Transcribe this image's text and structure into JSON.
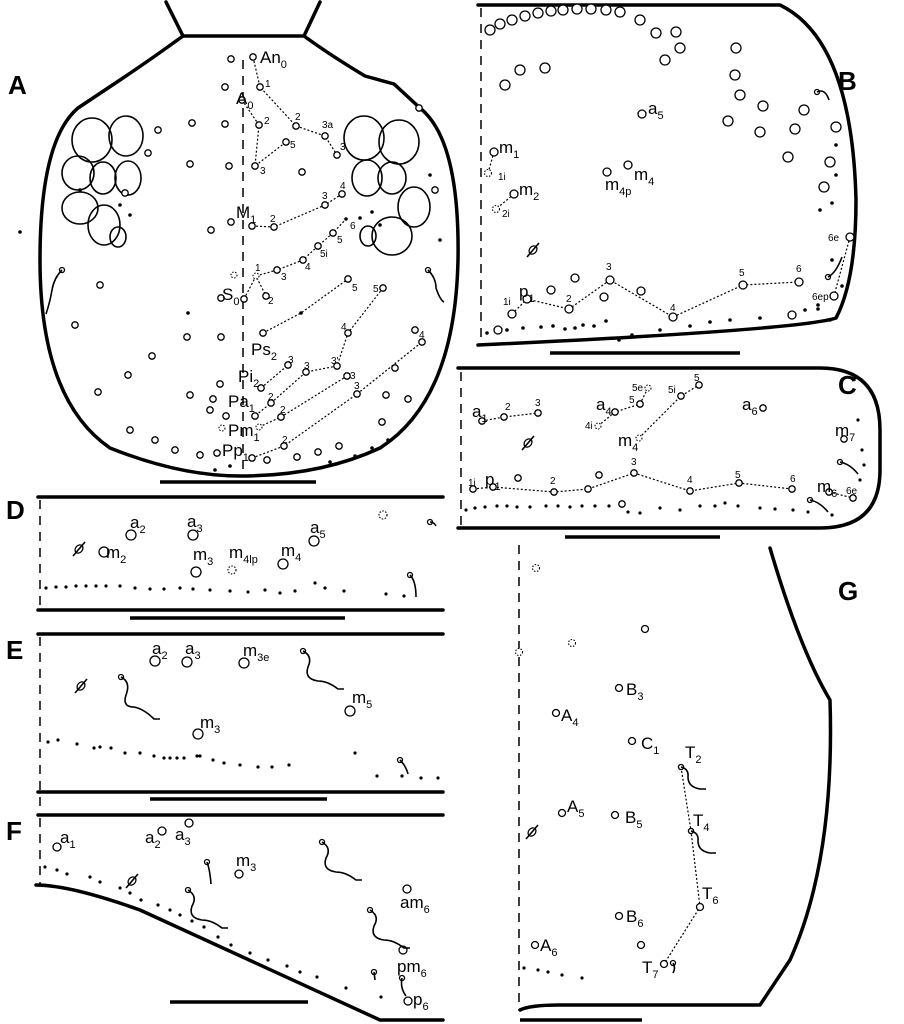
{
  "figure": {
    "panels": {
      "A": {
        "letter": "A",
        "labels": [
          [
            "An",
            "0"
          ],
          [
            "A",
            "0"
          ],
          [
            "M",
            "1"
          ],
          [
            "S",
            "0"
          ],
          [
            "Ps",
            "2"
          ],
          [
            "Pi",
            "2"
          ],
          [
            "Pa",
            "1"
          ],
          [
            "Pm",
            "1"
          ],
          [
            "Pp",
            "1"
          ],
          [
            "1",
            ""
          ],
          [
            "2",
            ""
          ],
          [
            "2",
            ""
          ],
          [
            "3a",
            ""
          ],
          [
            "3",
            ""
          ],
          [
            "5",
            ""
          ],
          [
            "3",
            ""
          ],
          [
            "2",
            ""
          ],
          [
            "3",
            ""
          ],
          [
            "4",
            ""
          ],
          [
            "6",
            ""
          ],
          [
            "5",
            ""
          ],
          [
            "5i",
            ""
          ],
          [
            "4",
            ""
          ],
          [
            "3",
            ""
          ],
          [
            "1",
            ""
          ],
          [
            "2",
            ""
          ],
          [
            "5",
            ""
          ],
          [
            "5",
            ""
          ],
          [
            "4",
            ""
          ],
          [
            "3'",
            ""
          ],
          [
            "3",
            ""
          ],
          [
            "4",
            ""
          ],
          [
            "3",
            ""
          ],
          [
            "3",
            ""
          ],
          [
            "3",
            ""
          ],
          [
            "2",
            ""
          ],
          [
            "2",
            ""
          ],
          [
            "2",
            ""
          ]
        ]
      },
      "B": {
        "letter": "B",
        "labels": [
          [
            "a",
            "5"
          ],
          [
            "m",
            "1"
          ],
          [
            "1i",
            ""
          ],
          [
            "m",
            "2"
          ],
          [
            "2i",
            ""
          ],
          [
            "m",
            "4p"
          ],
          [
            "m",
            "4"
          ],
          [
            "p",
            "1"
          ],
          [
            "1i",
            ""
          ],
          [
            "2",
            ""
          ],
          [
            "3",
            ""
          ],
          [
            "4",
            ""
          ],
          [
            "5",
            ""
          ],
          [
            "6",
            ""
          ],
          [
            "6e",
            ""
          ],
          [
            "6ep",
            ""
          ]
        ]
      },
      "C": {
        "letter": "C",
        "labels": [
          [
            "a",
            "1"
          ],
          [
            "2",
            ""
          ],
          [
            "3",
            ""
          ],
          [
            "a",
            "4"
          ],
          [
            "4i",
            ""
          ],
          [
            "5",
            ""
          ],
          [
            "5e",
            ""
          ],
          [
            "5i",
            ""
          ],
          [
            "5",
            ""
          ],
          [
            "m",
            "4"
          ],
          [
            "a",
            "6"
          ],
          [
            "m",
            "7"
          ],
          [
            "1i",
            ""
          ],
          [
            "p",
            "1"
          ],
          [
            "2",
            ""
          ],
          [
            "3",
            ""
          ],
          [
            "4",
            ""
          ],
          [
            "5",
            ""
          ],
          [
            "6",
            ""
          ],
          [
            "m",
            "6"
          ],
          [
            "6e",
            ""
          ]
        ]
      },
      "D": {
        "letter": "D",
        "labels": [
          [
            "a",
            "2"
          ],
          [
            "a",
            "3"
          ],
          [
            "a",
            "5"
          ],
          [
            "m",
            "2"
          ],
          [
            "m",
            "3"
          ],
          [
            "m",
            "4lp"
          ],
          [
            "m",
            "4"
          ]
        ]
      },
      "E": {
        "letter": "E",
        "labels": [
          [
            "a",
            "2"
          ],
          [
            "a",
            "3"
          ],
          [
            "m",
            "3e"
          ],
          [
            "m",
            "5"
          ],
          [
            "m",
            "3"
          ]
        ]
      },
      "F": {
        "letter": "F",
        "labels": [
          [
            "a",
            "1"
          ],
          [
            "a",
            "2"
          ],
          [
            "a",
            "3"
          ],
          [
            "m",
            "3"
          ],
          [
            "am",
            "6"
          ],
          [
            "pm",
            "6"
          ],
          [
            "p",
            "6"
          ]
        ]
      },
      "G": {
        "letter": "G",
        "labels": [
          [
            "B",
            "3"
          ],
          [
            "A",
            "4"
          ],
          [
            "C",
            "1"
          ],
          [
            "T",
            "2"
          ],
          [
            "A",
            "5"
          ],
          [
            "B",
            "5"
          ],
          [
            "T",
            "4"
          ],
          [
            "T",
            "6"
          ],
          [
            "B",
            "6"
          ],
          [
            "A",
            "6"
          ],
          [
            "T",
            "7"
          ]
        ]
      }
    }
  }
}
